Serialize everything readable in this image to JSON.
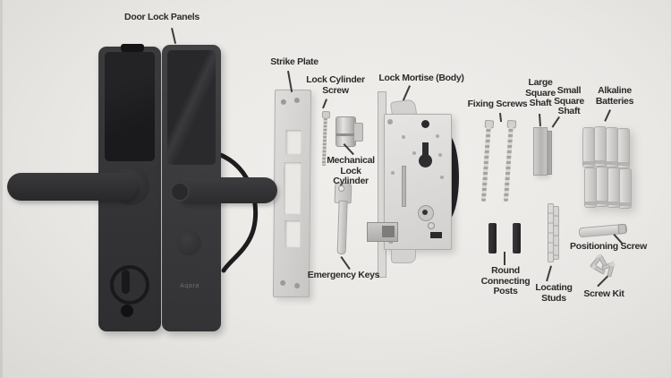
{
  "scene": {
    "background_color": "#eae8e5",
    "label_color": "#2b2b2b",
    "metal_color": "#d6d5d3",
    "panel_color": "#333335",
    "brand": "Aqara"
  },
  "labels": [
    {
      "id": "door-lock-panels",
      "text": "Door Lock Panels"
    },
    {
      "id": "strike-plate",
      "text": "Strike Plate"
    },
    {
      "id": "lock-cylinder-screw",
      "text": "Lock Cylinder\nScrew"
    },
    {
      "id": "lock-mortise-body",
      "text": "Lock Mortise (Body)"
    },
    {
      "id": "mechanical-lock-cylinder",
      "text": "Mechanical\nLock\nCylinder"
    },
    {
      "id": "emergency-keys",
      "text": "Emergency Keys"
    },
    {
      "id": "fixing-screws",
      "text": "Fixing Screws"
    },
    {
      "id": "large-square-shaft",
      "text": "Large\nSquare\nShaft"
    },
    {
      "id": "small-square-shaft",
      "text": "Small\nSquare\nShaft"
    },
    {
      "id": "alkaline-batteries",
      "text": "Alkaline\nBatteries"
    },
    {
      "id": "round-connecting-posts",
      "text": "Round\nConnecting\nPosts"
    },
    {
      "id": "locating-studs",
      "text": "Locating\nStuds"
    },
    {
      "id": "positioning-screw",
      "text": "Positioning Screw"
    },
    {
      "id": "screw-kit",
      "text": "Screw Kit"
    }
  ]
}
